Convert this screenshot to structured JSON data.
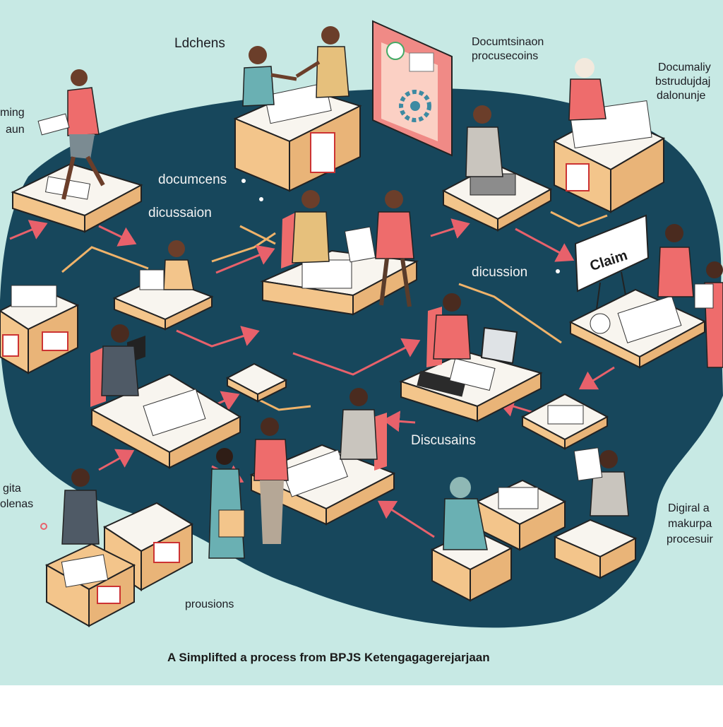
{
  "labels": {
    "top_left_title": "Ldchens",
    "top_center_title_line1": "Documtsinaon",
    "top_center_title_line2": "procusecoins",
    "top_right_line1": "Documaliy",
    "top_right_line2": "bstrudujdaj",
    "top_right_line3": "dalonunje",
    "left_line1": "ming",
    "left_line2": "aun",
    "documents_label": "documcens",
    "discussion_label_1": "dicussaion",
    "discussion_label_2": "dicussion",
    "discussions_label": "Discusains",
    "claim_board": "Claim",
    "lower_left_line1": "gita",
    "lower_left_line2": "olenas",
    "bottom_label": "prousions",
    "right_bottom_line1": "Digiral a",
    "right_bottom_line2": "makurpa",
    "right_bottom_line3": "procesuir",
    "caption": "A  Simplifted a process from BPJS Ketengagagerejarjaan"
  },
  "colors": {
    "background": "#ffffff",
    "backdrop": "#c7e9e4",
    "floor": "#17475c",
    "desk_top": "#f8f5ef",
    "desk_side": "#f3c58b",
    "box": "#f5c48a",
    "arrow": "#e8616b",
    "path_line": "#f0b36a",
    "accent": "#ef6f69"
  }
}
